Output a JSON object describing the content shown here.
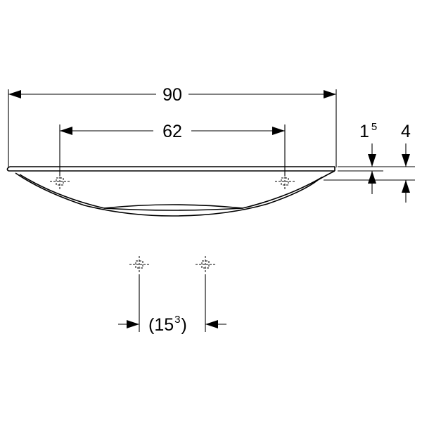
{
  "dimensions": {
    "overall_width": "90",
    "hole_spacing": "62",
    "rim_thickness_base": "1",
    "rim_thickness_sup": "5",
    "total_height": "4",
    "bottom_spacing_open": "(15",
    "bottom_spacing_sup": "3",
    "bottom_spacing_close": ")"
  },
  "colors": {
    "line": "#000000",
    "background": "#ffffff"
  }
}
